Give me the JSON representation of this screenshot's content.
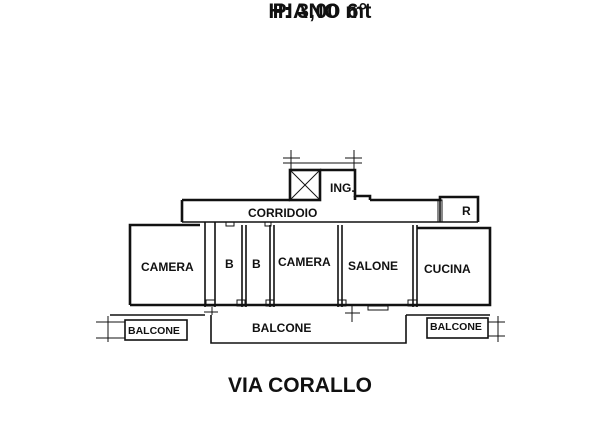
{
  "header": {
    "floor": "PIANO 6°",
    "height": "H: 3,00 mt"
  },
  "rooms": {
    "ingresso": "ING.",
    "ripostiglio": "R",
    "corridoio": "CORRIDOIO",
    "camera_1": "CAMERA",
    "bagno_1": "B",
    "bagno_2": "B",
    "camera_2": "CAMERA",
    "salone": "SALONE",
    "cucina": "CUCINA"
  },
  "balconies": {
    "left": "BALCONE",
    "center": "BALCONE",
    "right": "BALCONE"
  },
  "footer": {
    "street": "VIA CORALLO"
  }
}
